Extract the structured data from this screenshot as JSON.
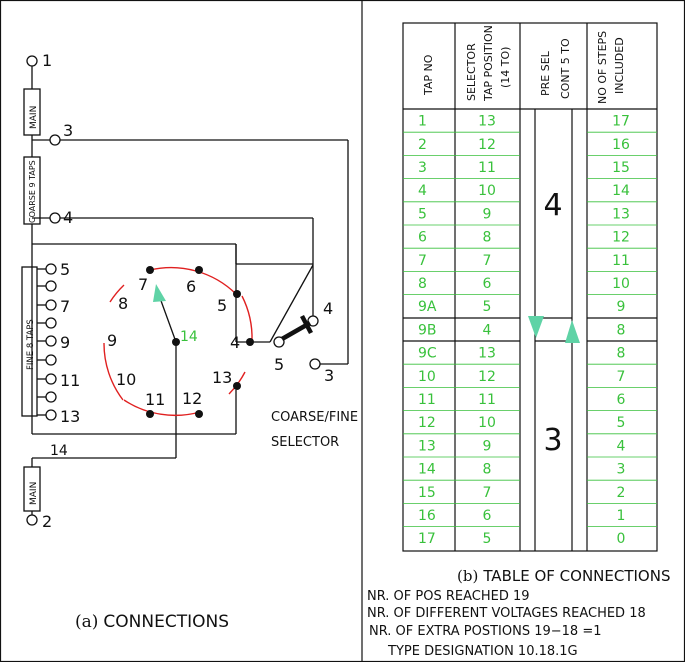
{
  "left_panel": {
    "caption_prefix": "(a)",
    "caption_text": "CONNECTIONS",
    "terminals": [
      "1",
      "2",
      "3",
      "4"
    ],
    "tap_labels": [
      "5",
      "7",
      "9",
      "11",
      "13"
    ],
    "tap_14": "14",
    "boxes": {
      "main": "MAIN",
      "coarse": "COARSE 9 TAPS",
      "fine": "FINE 8 TAPS"
    },
    "selector_numbers": [
      "7",
      "6",
      "5",
      "4",
      "8",
      "9",
      "10",
      "11",
      "12",
      "13"
    ],
    "selector_center": "14",
    "coarse_fine_numbers": [
      "4",
      "5",
      "3"
    ],
    "coarse_fine_line1": "COARSE/FINE",
    "coarse_fine_line2": "SELECTOR"
  },
  "table": {
    "caption_prefix": "(b)",
    "caption_text": "TABLE OF CONNECTIONS",
    "headers": [
      [
        "TAP NO"
      ],
      [
        "SELECTOR",
        "TAP POSITION",
        "(14 TO)"
      ],
      [
        "PRE SEL",
        "CONT 5 TO"
      ],
      [
        "NO OF STEPS",
        "INCLUDED"
      ]
    ],
    "rows": [
      {
        "tap": "1",
        "sel": "13",
        "steps": "17"
      },
      {
        "tap": "2",
        "sel": "12",
        "steps": "16"
      },
      {
        "tap": "3",
        "sel": "11",
        "steps": "15"
      },
      {
        "tap": "4",
        "sel": "10",
        "steps": "14"
      },
      {
        "tap": "5",
        "sel": "9",
        "steps": "13"
      },
      {
        "tap": "6",
        "sel": "8",
        "steps": "12"
      },
      {
        "tap": "7",
        "sel": "7",
        "steps": "11"
      },
      {
        "tap": "8",
        "sel": "6",
        "steps": "10"
      },
      {
        "tap": "9A",
        "sel": "5",
        "steps": "9"
      },
      {
        "tap": "9B",
        "sel": "4",
        "steps": "8"
      },
      {
        "tap": "9C",
        "sel": "13",
        "steps": "8"
      },
      {
        "tap": "10",
        "sel": "12",
        "steps": "7"
      },
      {
        "tap": "11",
        "sel": "11",
        "steps": "6"
      },
      {
        "tap": "12",
        "sel": "10",
        "steps": "5"
      },
      {
        "tap": "13",
        "sel": "9",
        "steps": "4"
      },
      {
        "tap": "14",
        "sel": "8",
        "steps": "3"
      },
      {
        "tap": "15",
        "sel": "7",
        "steps": "2"
      },
      {
        "tap": "16",
        "sel": "6",
        "steps": "1"
      },
      {
        "tap": "17",
        "sel": "5",
        "steps": "0"
      }
    ],
    "presel_upper": "4",
    "presel_lower": "3"
  },
  "notes": {
    "line1": "NR. OF POS REACHED 19",
    "line2": "NR. OF DIFFERENT VOLTAGES REACHED 18",
    "line3": "NR. OF EXTRA POSTIONS 19−18 =1",
    "line4": "TYPE DESIGNATION 10.18.1G"
  },
  "colors": {
    "accent": "#39c13c",
    "arrow": "#5fd3a6",
    "arc": "#e02020",
    "ink": "#111111"
  }
}
